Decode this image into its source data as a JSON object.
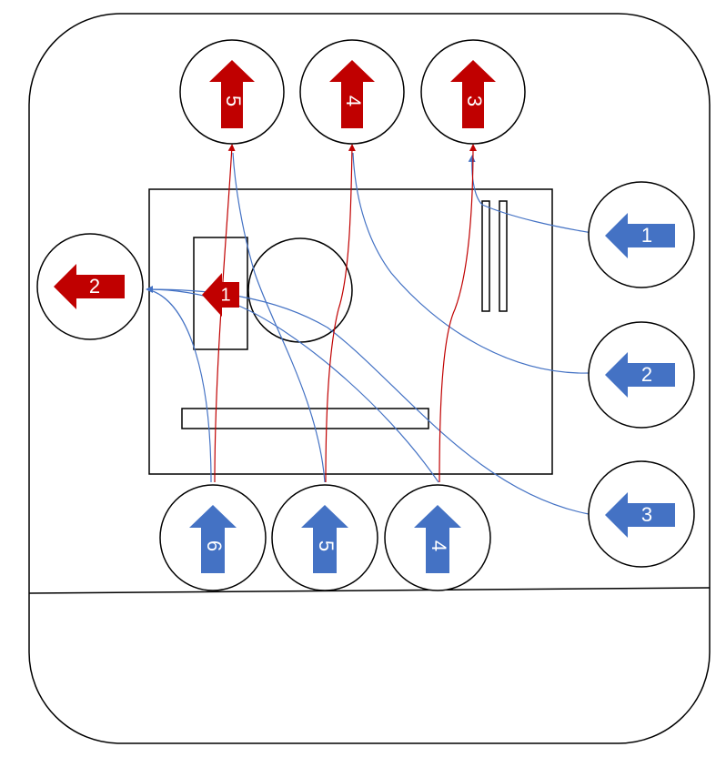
{
  "colors": {
    "outline": "#000000",
    "exhaust": "#C00000",
    "intake": "#4472C4",
    "background": "#FFFFFF"
  },
  "exhaust_fans": {
    "top_left_label": "5",
    "top_middle_label": "4",
    "top_right_label": "3",
    "left_label": "2",
    "cpu_label": "1"
  },
  "intake_fans": {
    "right_top_label": "1",
    "right_middle_label": "2",
    "right_bottom_label": "3",
    "bottom_left_label": "6",
    "bottom_middle_label": "5",
    "bottom_right_label": "4"
  }
}
